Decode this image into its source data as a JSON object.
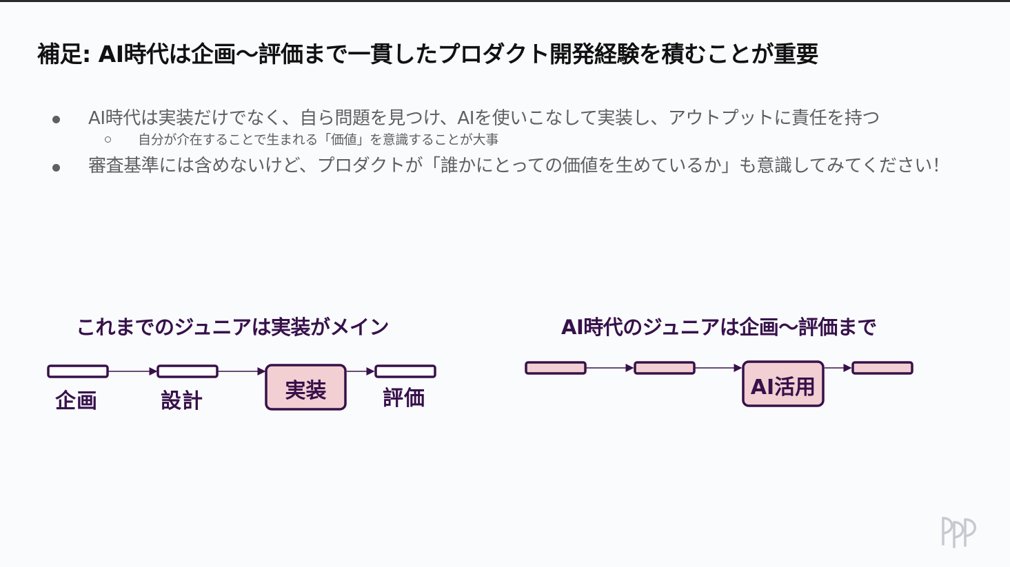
{
  "slide": {
    "title": "補足: AI時代は企画〜評価まで一貫したプロダクト開発経験を積むことが重要"
  },
  "bullets": [
    {
      "text": "AI時代は実装だけでなく、自ら問題を見つけ、AIを使いこなして実装し、アウトプットに責任を持つ",
      "sub": "自分が介在することで生まれる「価値」を意識することが大事"
    },
    {
      "text": "審査基準には含めないけど、プロダクトが「誰かにとっての価値を生めているか」も意識してみてください！"
    }
  ],
  "diagram_old": {
    "heading": "これまでのジュニアは実装がメイン",
    "steps": [
      "企画",
      "設計",
      "実装",
      "評価"
    ]
  },
  "diagram_new": {
    "heading": "AI時代のジュニアは企画〜評価まで",
    "highlight": "AI活用"
  },
  "colors": {
    "accent": "#37114a",
    "highlight_fill": "#f2cfd2",
    "text_gray": "#5f5f5f"
  }
}
